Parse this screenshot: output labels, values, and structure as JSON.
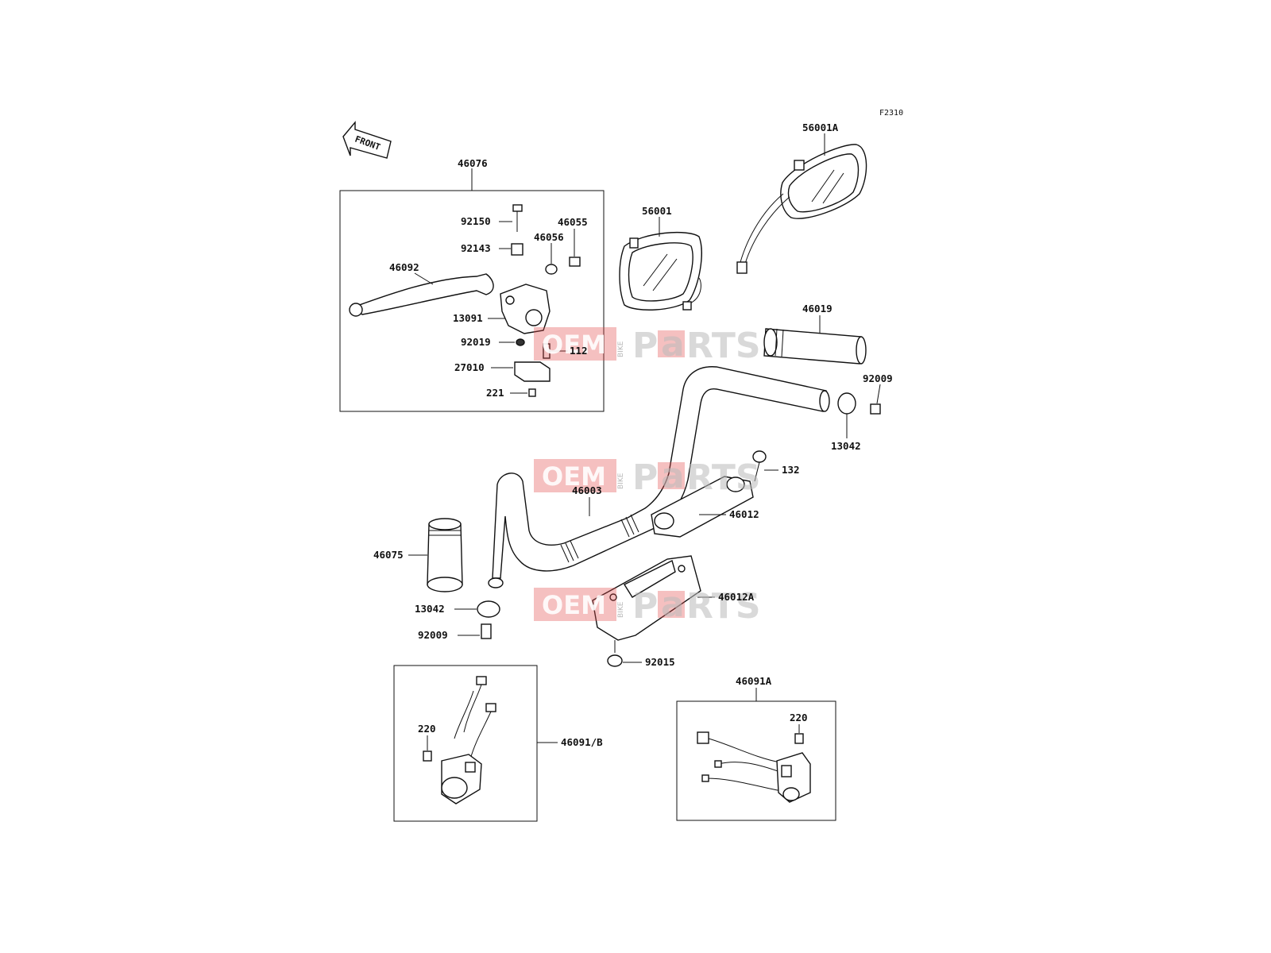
{
  "diagram": {
    "figure_ref": "F2310",
    "front_label": "FRONT",
    "watermark": {
      "oem": "OEM",
      "bike": "BIKE",
      "parts_p": "P",
      "parts_a": "a",
      "parts_rest": "RTS"
    },
    "labels": {
      "p46076": "46076",
      "p92150": "92150",
      "p46055": "46055",
      "p92143": "92143",
      "p46056": "46056",
      "p46092": "46092",
      "p13091": "13091",
      "p92019": "92019",
      "p112": "112",
      "p27010": "27010",
      "p221": "221",
      "p56001": "56001",
      "p56001A": "56001A",
      "p46019": "46019",
      "p92009_r": "92009",
      "p13042_r": "13042",
      "p132": "132",
      "p46003": "46003",
      "p46012": "46012",
      "p46075": "46075",
      "p13042_l": "13042",
      "p92009_l": "92009",
      "p46012A": "46012A",
      "p92015": "92015",
      "p46091A": "46091A",
      "p220_r": "220",
      "p220_l": "220",
      "p46091B": "46091/B"
    }
  }
}
